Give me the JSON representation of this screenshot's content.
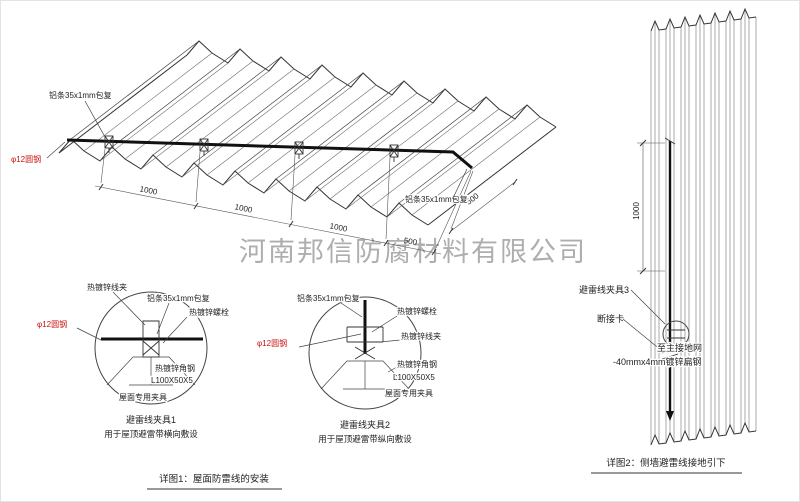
{
  "watermark": "河南邦信防腐材料有限公司",
  "colors": {
    "line": "#333333",
    "red": "#cc1111",
    "watermark": "#9a9a9a"
  },
  "detail1": {
    "caption": "详图1：屋面防雷线的安装",
    "roof": {
      "strip_label_top": "铝条35x1mm包复",
      "strip_label_right": "铝条35x1mm包复",
      "rod_label": "φ12圆钢",
      "dim_1": "1000",
      "dim_2": "1000",
      "dim_3": "1000",
      "dim_4": "500",
      "dim_right": "500"
    },
    "clamp1": {
      "title": "避雷线夹具1",
      "subtitle": "用于屋顶避雷带横向敷设",
      "labels": {
        "wire_clip": "热镀锌线夹",
        "strip": "铝条35x1mm包复",
        "bolt": "热镀锌螺栓",
        "rod": "φ12圆钢",
        "angle": "热镀锌角钢",
        "angle_size": "L100X50X5",
        "roof_clamp": "屋面专用夹具"
      }
    },
    "clamp2": {
      "title": "避雷线夹具2",
      "subtitle": "用于屋顶避雷带纵向敷设",
      "labels": {
        "wire_clip": "热镀锌线夹",
        "strip": "铝条35x1mm包复",
        "bolt": "热镀锌螺栓",
        "rod": "φ12圆钢",
        "angle": "热镀锌角钢",
        "angle_size": "L100X50X5",
        "roof_clamp": "屋面专用夹具"
      }
    }
  },
  "detail2": {
    "caption": "详图2：侧墙避雷线接地引下",
    "dim": "1000",
    "labels": {
      "clamp3": "避雷线夹具3",
      "disconnect": "断接卡",
      "to_ground": "至主接地网",
      "flat_steel": "-40mmx4mm镀锌扁钢"
    }
  }
}
